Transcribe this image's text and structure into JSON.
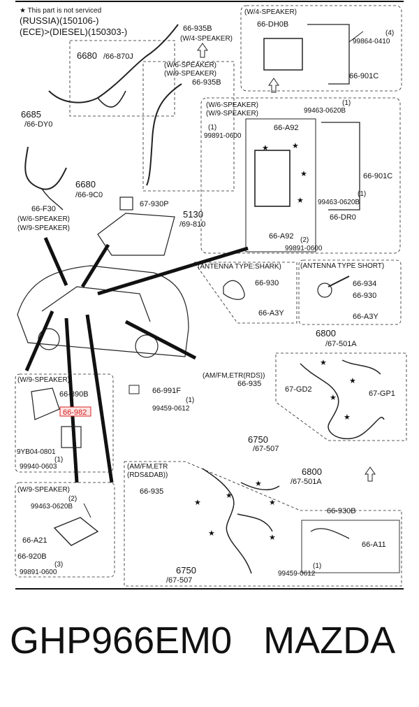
{
  "header_lines": [
    "★ This part is not serviced",
    "(RUSSIA)(150106-)",
    "(ECE)>(DIESEL)(150303-)"
  ],
  "labels": {
    "ref_6680_a": "6680",
    "ref_66_870j": "/66-870J",
    "ref_6685": "6685",
    "ref_66_dy0": "/66-DY0",
    "ref_6680_b": "6680",
    "ref_66_9c0": "/66-9C0",
    "p66_f30": "66-F30",
    "w6_speaker_a": "(W/6-SPEAKER)",
    "w9_speaker_a": "(W/9-SPEAKER)",
    "p66_935b_a": "66-935B",
    "w4_speaker_a": "(W/4-SPEAKER)",
    "w6_speaker_b": "(W/6-SPEAKER)",
    "w9_speaker_b": "(W/9-SPEAKER)",
    "p66_935b_b": "66-935B",
    "w4_speaker_box": "(W/4-SPEAKER)",
    "p66_dh0b": "66-DH0B",
    "n4": "(4)",
    "p99864": "99864-0410",
    "p66_901c_a": "66-901C",
    "w6_speaker_c": "(W/6-SPEAKER)",
    "w9_speaker_c": "(W/9-SPEAKER)",
    "n1_a": "(1)",
    "p99463_a": "99463-0620B",
    "n1_b": "(1)",
    "p99891_a": "99891-0600",
    "p66_a92_a": "66-A92",
    "p66_901c_b": "66-901C",
    "n1_c": "(1)",
    "p99463_b": "99463-0620B",
    "p66_dr0": "66-DR0",
    "p66_a92_b": "66-A92",
    "n2_a": "(2)",
    "p99891_b": "99891-0600",
    "p67_930p": "67-930P",
    "ref_5130": "5130",
    "ref_69_810": "/69-810",
    "antenna_shark": "(ANTENNA TYPE:SHARK)",
    "antenna_short": "(ANTENNA TYPE SHORT)",
    "p66_930_a": "66-930",
    "p66_a3y_a": "66-A3Y",
    "p66_934": "66-934",
    "p66_930_b": "66-930",
    "p66_a3y_b": "66-A3Y",
    "w9_speaker_d": "(W/9-SPEAKER)",
    "p66_890b": "66-890B",
    "p66_982": "66-982",
    "p9yb04": "9YB04-0801",
    "n1_d": "(1)",
    "p99940": "99940-0603",
    "p66_991f": "66-991F",
    "n1_e": "(1)",
    "p99459_a": "99459-0612",
    "ref_6800_a": "6800",
    "ref_67_501a_a": "/67-501A",
    "amfm_rds_1": "(AM/FM,ETR(RDS))",
    "p66_935_a": "66-935",
    "p67_gd2": "67-GD2",
    "p67_gp1": "67-GP1",
    "ref_6750_a": "6750",
    "ref_67_507_a": "/67-507",
    "amfm_dab_1": "(AM/FM,ETR",
    "amfm_dab_2": "(RDS&DAB))",
    "p66_935_b": "66-935",
    "ref_6800_b": "6800",
    "ref_67_501a_b": "/67-501A",
    "p66_930b": "66-930B",
    "p66_a11": "66-A11",
    "n1_f": "(1)",
    "p99459_b": "99459-0612",
    "ref_6750_b": "6750",
    "ref_67_507_b": "/67-507",
    "w9_speaker_e": "(W/9-SPEAKER)",
    "n2_b": "(2)",
    "p99463_c": "99463-0620B",
    "p66_a21": "66-A21",
    "p66_920b": "66-920B",
    "n3": "(3)",
    "p99891_c": "99891-0600"
  },
  "caption": {
    "part_number": "GHP966EM0",
    "brand": "MAZDA"
  },
  "colors": {
    "highlight": "#d62020",
    "ink": "#111111"
  }
}
